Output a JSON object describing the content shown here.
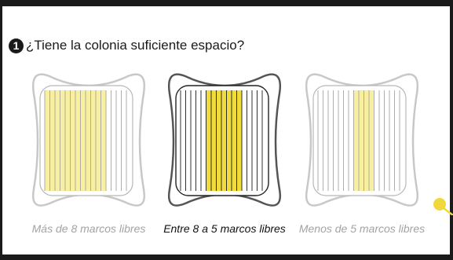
{
  "question": {
    "number": "1",
    "text": "¿Tiene la colonia suficiente espacio?"
  },
  "options": [
    {
      "caption": "Más de 8 marcos libres",
      "selected": false
    },
    {
      "caption": "Entre 8 a 5 marcos libres",
      "selected": true
    },
    {
      "caption": "Menos de 5 marcos libres",
      "selected": false
    }
  ],
  "colors": {
    "frame_fill_light": "#f8f0a0",
    "frame_fill_strong": "#f0dc3c",
    "outline_light": "#c8c8c8",
    "outline_dark": "#555555",
    "marker": "#f0d83c"
  }
}
